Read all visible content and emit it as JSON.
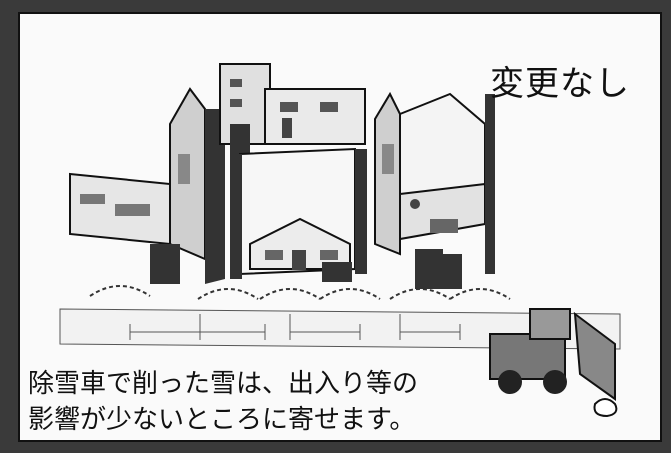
{
  "title": "変更なし",
  "caption": {
    "line1": "除雪車で削った雪は、出入り等の",
    "line2": "影響が少ないところに寄せます。"
  }
}
